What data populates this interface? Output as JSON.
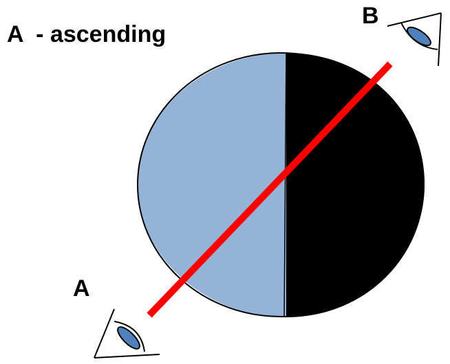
{
  "title": "A  - ascending",
  "observers": {
    "a_label": "A",
    "b_label": "B"
  },
  "colors": {
    "lit_half": "#95b3d7",
    "dark_half": "#000000",
    "line_of_sight": "#ff0000",
    "eye_iris": "#4f81bd"
  },
  "icons": {
    "observer_a": "eye-icon",
    "observer_b": "eye-icon"
  }
}
